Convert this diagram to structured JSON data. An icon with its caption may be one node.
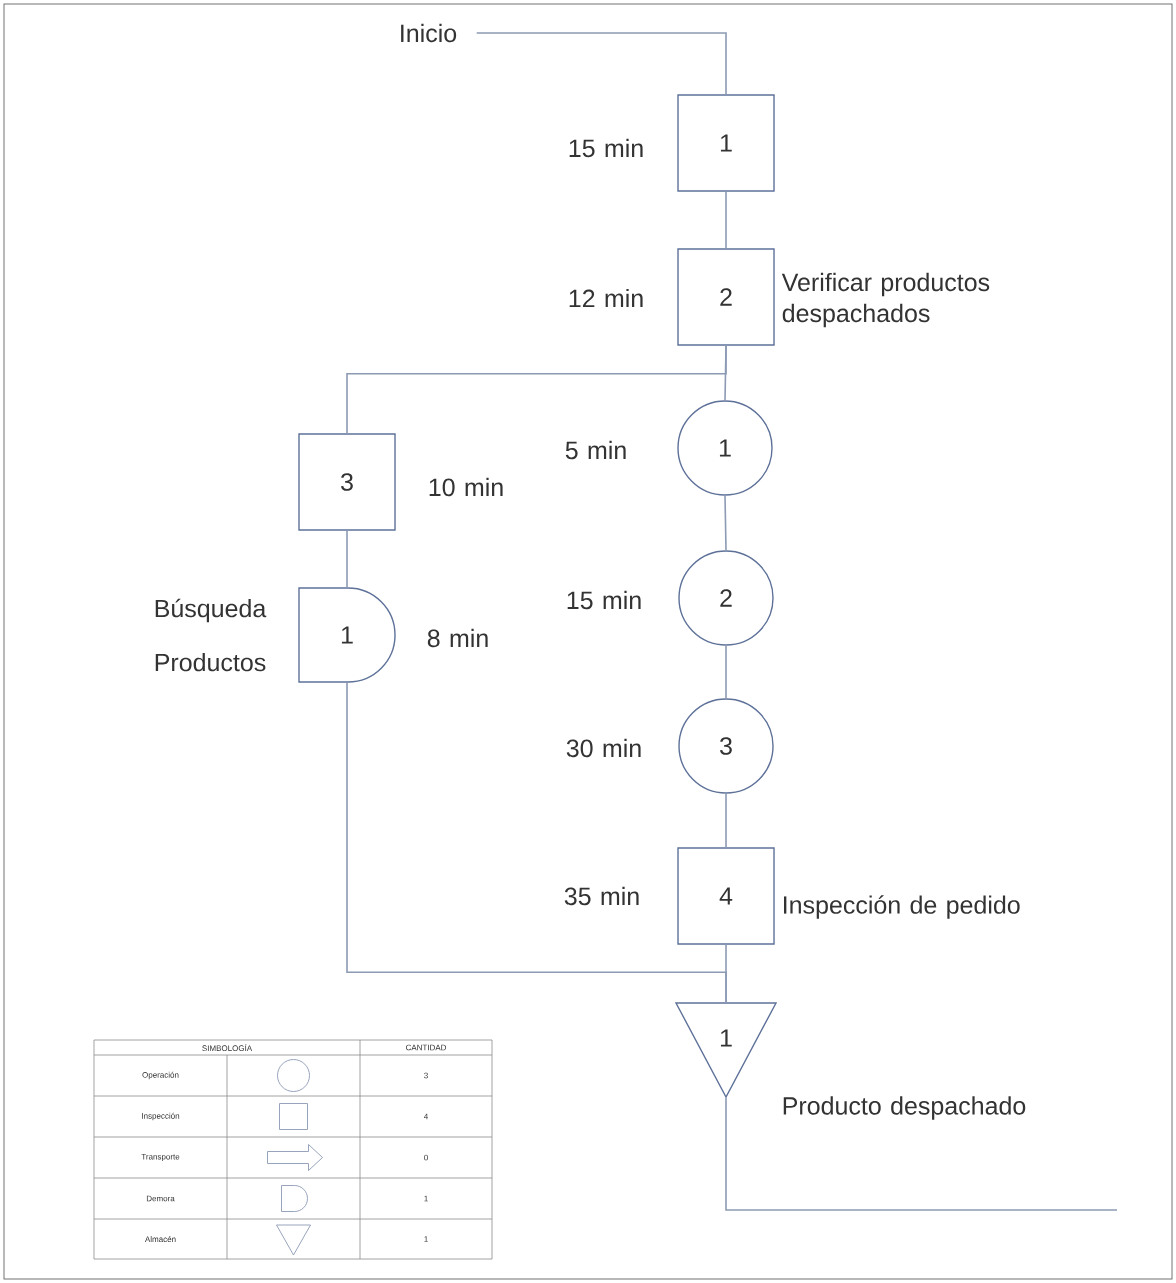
{
  "diagram": {
    "nodes": [
      {
        "text": [
          "Inicio"
        ]
      },
      {
        "text": [
          "1"
        ],
        "beside": [
          "15 min"
        ]
      },
      {
        "text": [
          "2"
        ],
        "beside": [
          "12 min",
          "Verificar productos despachados"
        ]
      },
      {
        "text": [
          "3"
        ],
        "beside": [
          "10 min"
        ]
      },
      {
        "text": [
          "1"
        ],
        "beside": [
          "Búsqueda Productos",
          "8 min"
        ]
      },
      {
        "text": [
          "1"
        ],
        "beside": [
          "5 min"
        ]
      },
      {
        "text": [
          "2"
        ],
        "beside": [
          "15 min"
        ]
      },
      {
        "text": [
          "3"
        ],
        "beside": [
          "30 min"
        ]
      },
      {
        "text": [
          "4"
        ],
        "beside": [
          "35 min",
          "Inspección de pedido"
        ]
      },
      {
        "text": [
          "1"
        ],
        "beside": [
          "Producto despachado"
        ]
      }
    ],
    "edges": [
      {
        "from": 0,
        "to": 1,
        "arrow": "none"
      },
      {
        "from": 1,
        "to": 2,
        "arrow": "none"
      },
      {
        "from": 2,
        "to": 3,
        "arrow": "none"
      },
      {
        "from": 2,
        "to": 5,
        "arrow": "none"
      },
      {
        "from": 3,
        "to": 4,
        "arrow": "none"
      },
      {
        "from": 5,
        "to": 6,
        "arrow": "none"
      },
      {
        "from": 6,
        "to": 7,
        "arrow": "none"
      },
      {
        "from": 7,
        "to": 8,
        "arrow": "none"
      },
      {
        "from": 4,
        "to": 9,
        "arrow": "none"
      },
      {
        "from": 8,
        "to": 9,
        "arrow": "none"
      },
      {
        "from": 9,
        "to": null,
        "arrow": "none"
      }
    ],
    "labels": [
      "SIMBOLOGÍA",
      "CANTIDAD",
      "Operación",
      "3",
      "Inspección",
      "4",
      "Transporte",
      "0",
      "Demora",
      "1",
      "Almacén",
      "1"
    ]
  }
}
